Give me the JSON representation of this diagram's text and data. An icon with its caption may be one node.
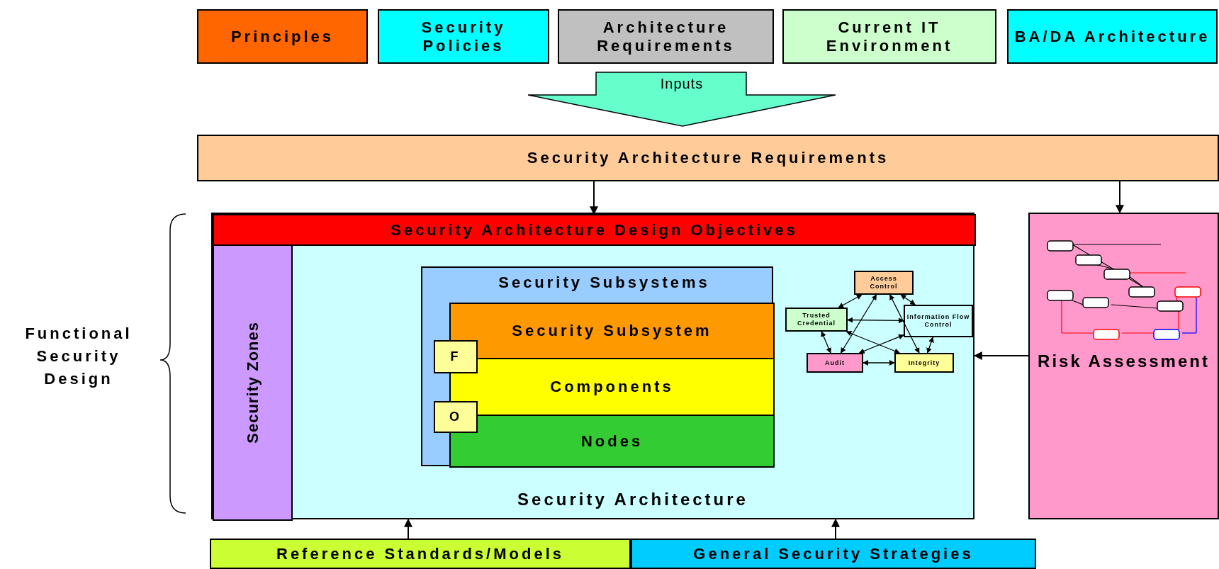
{
  "diagram": {
    "nodes": [
      {
        "text": [
          "Principles"
        ]
      },
      {
        "text": [
          "Security Policies"
        ]
      },
      {
        "text": [
          "Architecture Requirements"
        ]
      },
      {
        "text": [
          "Current IT Environment"
        ]
      },
      {
        "text": [
          "BA/DA Architecture"
        ]
      },
      {
        "text": [
          "Inputs"
        ]
      },
      {
        "text": [
          "Security Architecture Requirements"
        ]
      },
      {
        "text": [
          "Security Architecture"
        ]
      },
      {
        "text": [
          "Security Architecture Design Objectives"
        ],
        "in": 7
      },
      {
        "text": [
          "Security Zones"
        ],
        "in": 7
      },
      {
        "text": [
          "Security Subsystems"
        ],
        "in": 7
      },
      {
        "text": [
          "Security Subsystem"
        ],
        "in": 10
      },
      {
        "text": [
          "Components"
        ],
        "in": 10
      },
      {
        "text": [
          "Nodes"
        ],
        "in": 10
      },
      {
        "text": [
          "F"
        ],
        "in": 10
      },
      {
        "text": [
          "O"
        ],
        "in": 10
      },
      {
        "text": [
          "Access Control"
        ],
        "in": 7
      },
      {
        "text": [
          "Trusted Credential"
        ],
        "in": 7
      },
      {
        "text": [
          "Information Flow Control"
        ],
        "in": 7
      },
      {
        "text": [
          "Audit"
        ],
        "in": 7
      },
      {
        "text": [
          "Integrity"
        ],
        "in": 7
      },
      {
        "text": [
          "Risk Assessment"
        ]
      },
      {
        "text": [],
        "shape": "picture",
        "in": 21
      },
      {
        "text": [
          "Reference Standards/Models"
        ]
      },
      {
        "text": [
          "General Security Strategies"
        ]
      }
    ],
    "edges": [
      {
        "from": 6,
        "to": 8,
        "arrow": "to"
      },
      {
        "from": 6,
        "to": 21,
        "arrow": "to"
      },
      {
        "from": 21,
        "to": 7,
        "arrow": "to"
      },
      {
        "from": 23,
        "to": 7,
        "arrow": "to"
      },
      {
        "from": 24,
        "to": 7,
        "arrow": "to"
      },
      {
        "from": 16,
        "to": 17,
        "arrow": "both"
      },
      {
        "from": 16,
        "to": 18,
        "arrow": "both"
      },
      {
        "from": 16,
        "to": 19,
        "arrow": "both"
      },
      {
        "from": 16,
        "to": 20,
        "arrow": "both"
      },
      {
        "from": 17,
        "to": 18,
        "arrow": "both"
      },
      {
        "from": 17,
        "to": 20,
        "arrow": "both"
      },
      {
        "from": 17,
        "to": 19,
        "arrow": "both"
      },
      {
        "from": 18,
        "to": 19,
        "arrow": "both"
      },
      {
        "from": 18,
        "to": 20,
        "arrow": "both"
      },
      {
        "from": 19,
        "to": 20,
        "arrow": "both"
      }
    ],
    "labels": [
      "Functional Security Design"
    ]
  }
}
